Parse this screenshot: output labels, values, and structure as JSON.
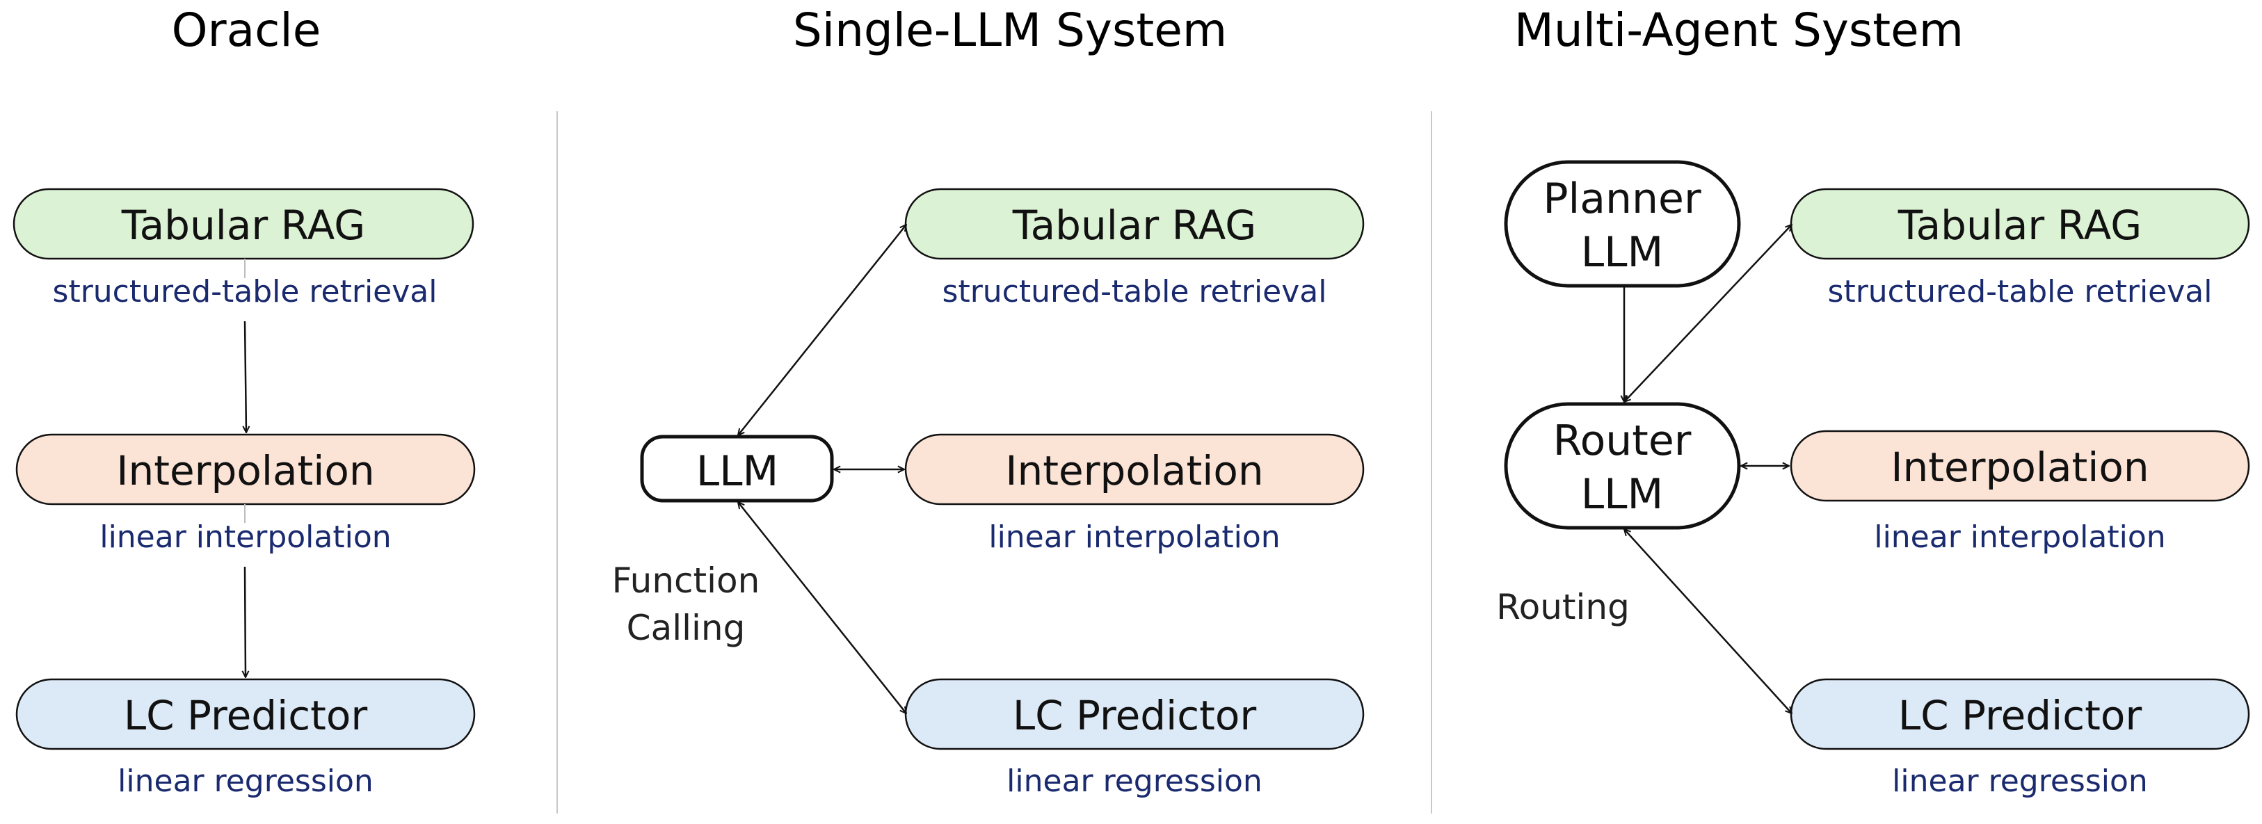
{
  "colors": {
    "tabular_fill": "#dcf2d4",
    "interp_fill": "#fbe3d6",
    "predictor_fill": "#dce9f6",
    "sub_text": "#1a2a6e",
    "divider": "#c8c8c8"
  },
  "panels": {
    "oracle": {
      "title": "Oracle",
      "tools": [
        {
          "label": "Tabular RAG",
          "sub": "structured-table retrieval"
        },
        {
          "label": "Interpolation",
          "sub": "linear interpolation"
        },
        {
          "label": "LC Predictor",
          "sub": "linear regression"
        }
      ]
    },
    "single": {
      "title": "Single-LLM System",
      "agent": "LLM",
      "note_line1": "Function",
      "note_line2": "Calling",
      "tools": [
        {
          "label": "Tabular RAG",
          "sub": "structured-table retrieval"
        },
        {
          "label": "Interpolation",
          "sub": "linear interpolation"
        },
        {
          "label": "LC Predictor",
          "sub": "linear regression"
        }
      ]
    },
    "multi": {
      "title": "Multi-Agent System",
      "planner_line1": "Planner",
      "planner_line2": "LLM",
      "router_line1": "Router",
      "router_line2": "LLM",
      "note": "Routing",
      "tools": [
        {
          "label": "Tabular RAG",
          "sub": "structured-table retrieval"
        },
        {
          "label": "Interpolation",
          "sub": "linear interpolation"
        },
        {
          "label": "LC Predictor",
          "sub": "linear regression"
        }
      ]
    }
  }
}
